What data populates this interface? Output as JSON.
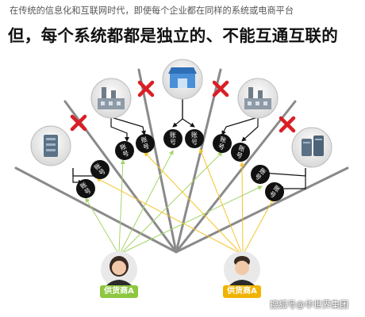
{
  "subtitle": "在传统的信息化和互联网时代，即使每个企业都在同样的系统或电商平台",
  "headline": "但，每个系统都都是独立的、不能互通互联的",
  "account_label_top": "账",
  "account_label_bottom": "号",
  "suppliers": [
    {
      "label": "供货商A",
      "color": "#8dc63f"
    },
    {
      "label": "供货商A",
      "color": "#f0b400"
    }
  ],
  "icons": [
    "server-icon",
    "factory-icon",
    "store-icon",
    "factory-icon",
    "server-icon"
  ],
  "colors": {
    "block_mark": "#d91f26",
    "divider_line": "#8a8a8a",
    "account_badge": "#111111",
    "link_green": "#a6d46a",
    "link_yellow": "#f5c52a"
  },
  "watermark": "搜狐号@华世界集团"
}
